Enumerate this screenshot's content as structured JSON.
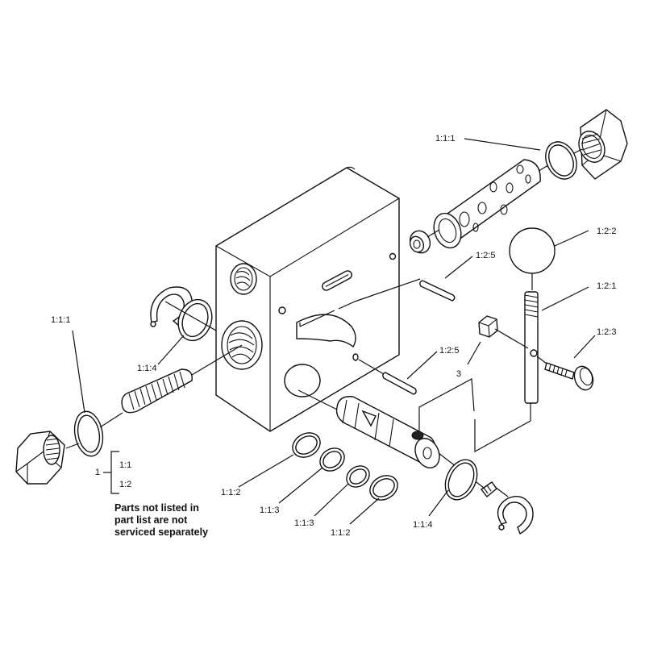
{
  "callouts": {
    "top_ring": "1:1:1",
    "left_ring": "1:1:1",
    "ball": "1:2:2",
    "pin_upper": "1:2:5",
    "pin_lower": "1:2:5",
    "stem": "1:2:1",
    "screw": "1:2:3",
    "nut": "3",
    "snap_ring_left": "1:1:4",
    "snap_ring_right": "1:1:4",
    "seal_1": "1:1:2",
    "seal_2": "1:1:3",
    "seal_3": "1:1:3",
    "seal_4": "1:1:2"
  },
  "legend": {
    "group_number": "1",
    "items": [
      "1:1",
      "1:2"
    ]
  },
  "note": {
    "lines": [
      "Parts not listed in",
      "part list are not",
      "serviced separately"
    ]
  }
}
